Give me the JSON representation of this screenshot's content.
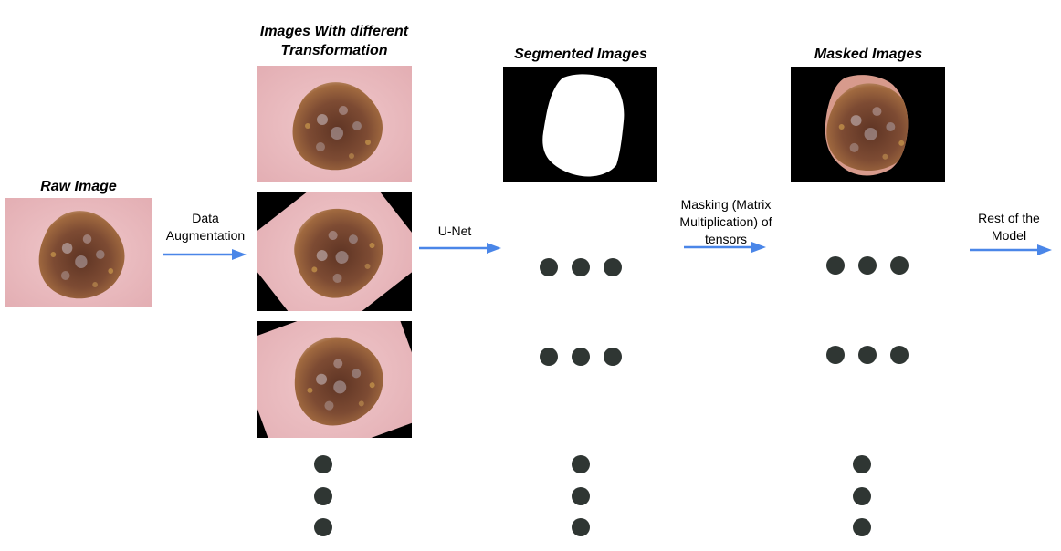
{
  "titles": {
    "raw": "Raw Image",
    "transform_line1": "Images With different",
    "transform_line2": "Transformation",
    "segmented": "Segmented Images",
    "masked": "Masked Images"
  },
  "arrows": {
    "augment_line1": "Data",
    "augment_line2": "Augmentation",
    "unet": "U-Net",
    "masking_line1": "Masking (Matrix",
    "masking_line2": "Multiplication) of",
    "masking_line3": "tensors",
    "rest_line1": "Rest of the",
    "rest_line2": "Model"
  },
  "colors": {
    "arrow": "#4a86e8",
    "dot": "#2f3633",
    "skin": "#e8b8bc",
    "lesion": "#7a4a34",
    "black": "#000000",
    "white": "#ffffff"
  }
}
